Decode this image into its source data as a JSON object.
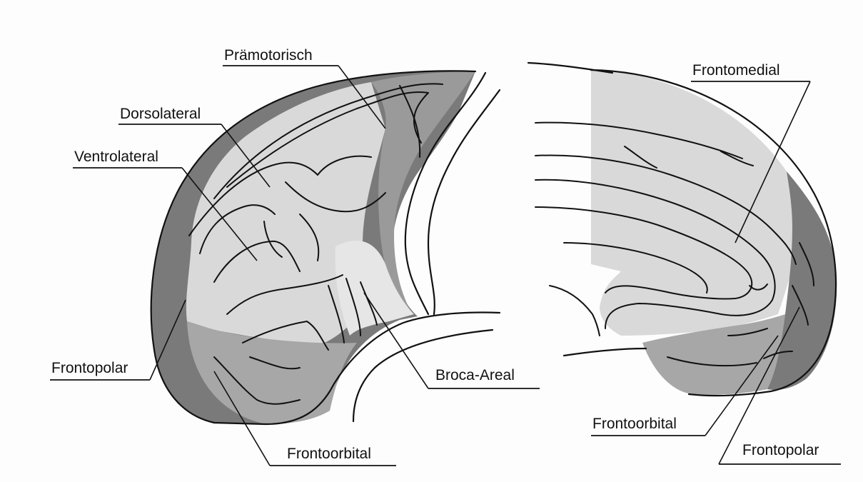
{
  "lateral_view": {
    "labels": {
      "praemotorisch": "Prämotorisch",
      "dorsolateral": "Dorsolateral",
      "ventrolateral": "Ventrolateral",
      "frontopolar": "Frontopolar",
      "frontoorbital": "Frontoorbital",
      "broca": "Broca-Areal"
    }
  },
  "medial_view": {
    "labels": {
      "frontomedial": "Frontomedial",
      "frontoorbital": "Frontoorbital",
      "frontopolar": "Frontopolar"
    }
  },
  "colors": {
    "background": "#fdfdfd",
    "dark_region": "#7a7a7a",
    "mid_region": "#a7a7a7",
    "light_region": "#d9d9d9",
    "lines": "#111111"
  }
}
